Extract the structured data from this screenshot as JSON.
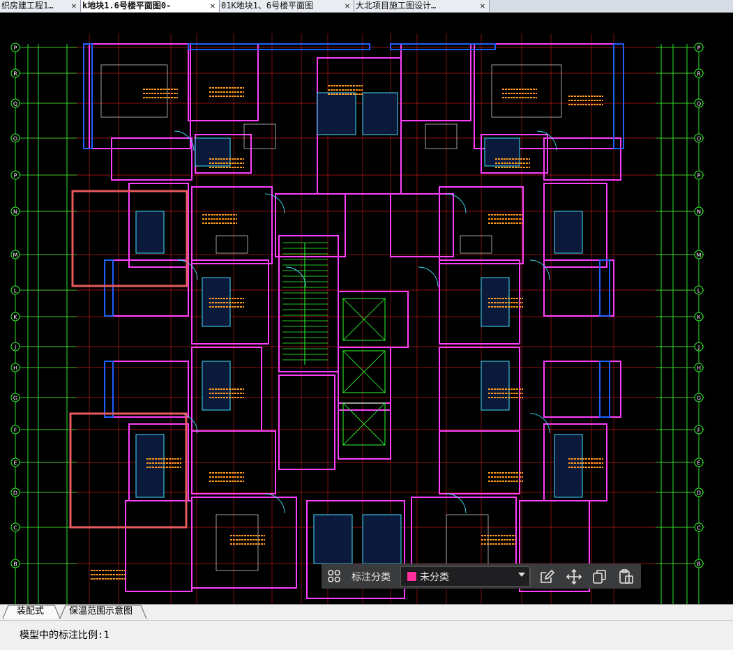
{
  "tabs": [
    {
      "label": "织房建工程1…",
      "active": false
    },
    {
      "label": "k地块1.6号楼平面图0-",
      "active": true
    },
    {
      "label": "01K地块1、6号楼平面图",
      "active": false
    },
    {
      "label": "大北项目施工图设计…",
      "active": false
    }
  ],
  "tab_close_glyph": "✕",
  "grid_axis_labels": {
    "left": [
      "P",
      "R",
      "Q",
      "O",
      "P",
      "N",
      "M",
      "L",
      "K",
      "J",
      "H",
      "G",
      "F",
      "E",
      "D",
      "C",
      "B"
    ],
    "right": [
      "P",
      "R",
      "Q",
      "O",
      "P",
      "N",
      "M",
      "L",
      "K",
      "J",
      "H",
      "G",
      "F",
      "E",
      "D",
      "C",
      "B"
    ]
  },
  "annotation_toolbar": {
    "grid_icon": "grid-icon",
    "label": "标注分类",
    "selected_value": "未分类",
    "swatch_color": "#ff2fa0",
    "actions": [
      "edit-icon",
      "move-icon",
      "copy-icon",
      "paste-icon"
    ]
  },
  "layout_tabs": [
    {
      "label": "装配式"
    },
    {
      "label": "保温范围示意图"
    }
  ],
  "status": {
    "text": "模型中的标注比例:1"
  },
  "colors": {
    "highlight_box": "#e8595e",
    "wall_magenta": "#ff40ff",
    "wall_blue": "#2060ff",
    "grid_red": "#ff2020",
    "dim_green": "#30ff30",
    "text_orange": "#ff9a20",
    "fixture_cyan": "#40e0ff",
    "text_white": "#ffffff"
  }
}
